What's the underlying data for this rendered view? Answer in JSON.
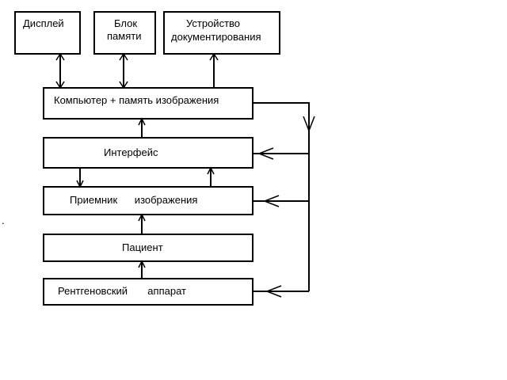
{
  "boxes": {
    "display": {
      "lines": [
        "Дисплей"
      ]
    },
    "memory": {
      "lines": [
        "Блок",
        "памяти"
      ]
    },
    "documenting": {
      "lines": [
        "Устройство",
        "документирования"
      ]
    },
    "computer": {
      "lines": [
        "Компьютер + память изображения"
      ]
    },
    "interface": {
      "lines": [
        "Интерфейс"
      ]
    },
    "receiver": {
      "lines": [
        "Приемник      изображения"
      ]
    },
    "patient": {
      "lines": [
        "Пациент"
      ]
    },
    "xray": {
      "lines": [
        "Рентгеновский       аппарат"
      ]
    }
  },
  "stray_mark": "."
}
